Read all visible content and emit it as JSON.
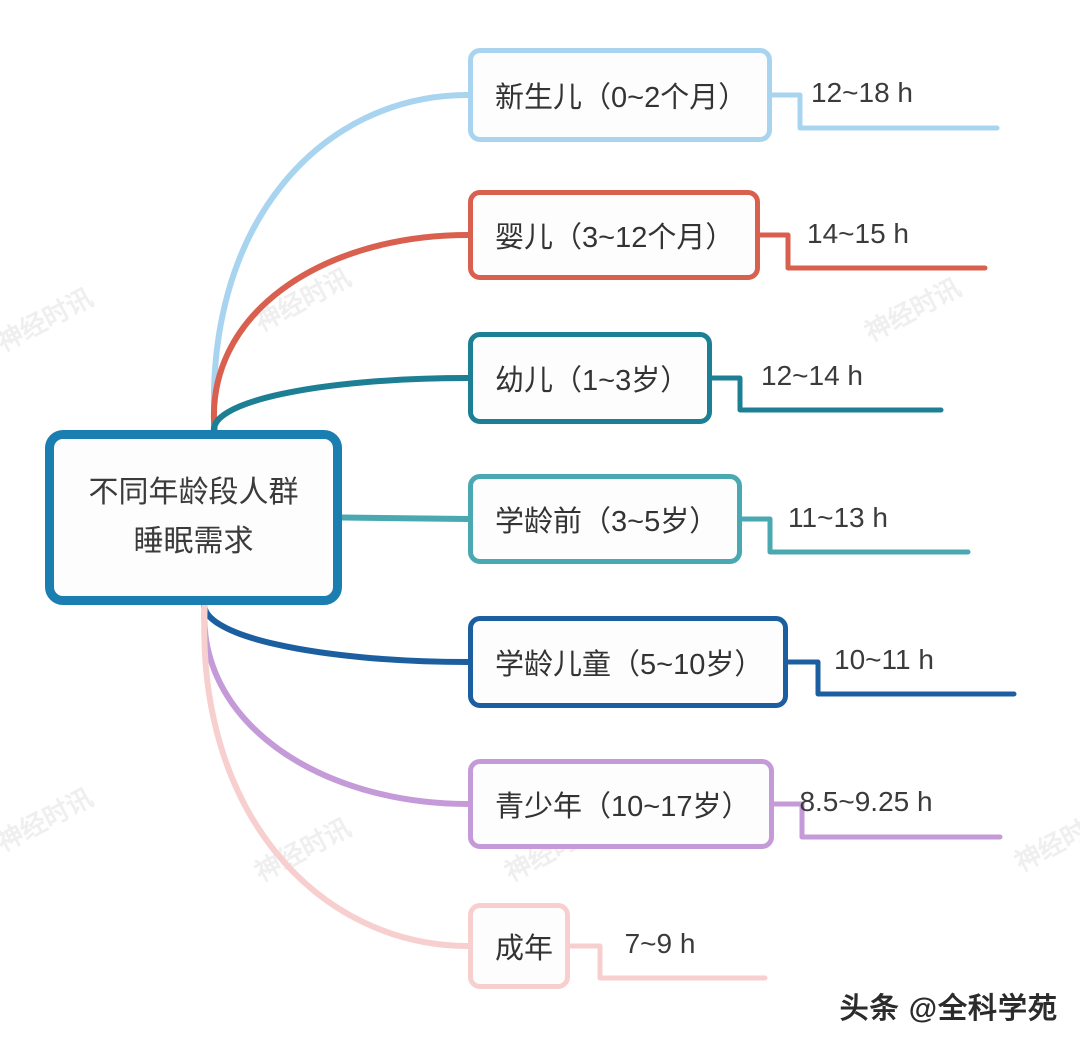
{
  "title": "不同年龄段人群睡眠需求思维导图",
  "root": {
    "line1": "不同年龄段人群",
    "line2": "睡眠需求",
    "color": "#1b7eb0"
  },
  "branches": [
    {
      "label": "新生儿（0~2个月）",
      "value": "12~18 h",
      "color": "#a8d4f0"
    },
    {
      "label": "婴儿（3~12个月）",
      "value": "14~15 h",
      "color": "#d9604f"
    },
    {
      "label": "幼儿（1~3岁）",
      "value": "12~14 h",
      "color": "#1d7f94"
    },
    {
      "label": "学龄前（3~5岁）",
      "value": "11~13 h",
      "color": "#4aa8b0"
    },
    {
      "label": "学龄儿童（5~10岁）",
      "value": "10~11 h",
      "color": "#1b5fa0"
    },
    {
      "label": "青少年（10~17岁）",
      "value": "8.5~9.25 h",
      "color": "#c49ad8"
    },
    {
      "label": "成年",
      "value": "7~9 h",
      "color": "#f8cfcf"
    }
  ],
  "credit": "头条 @全科学苑",
  "watermark_text": "神经时讯",
  "background": "#ffffff"
}
